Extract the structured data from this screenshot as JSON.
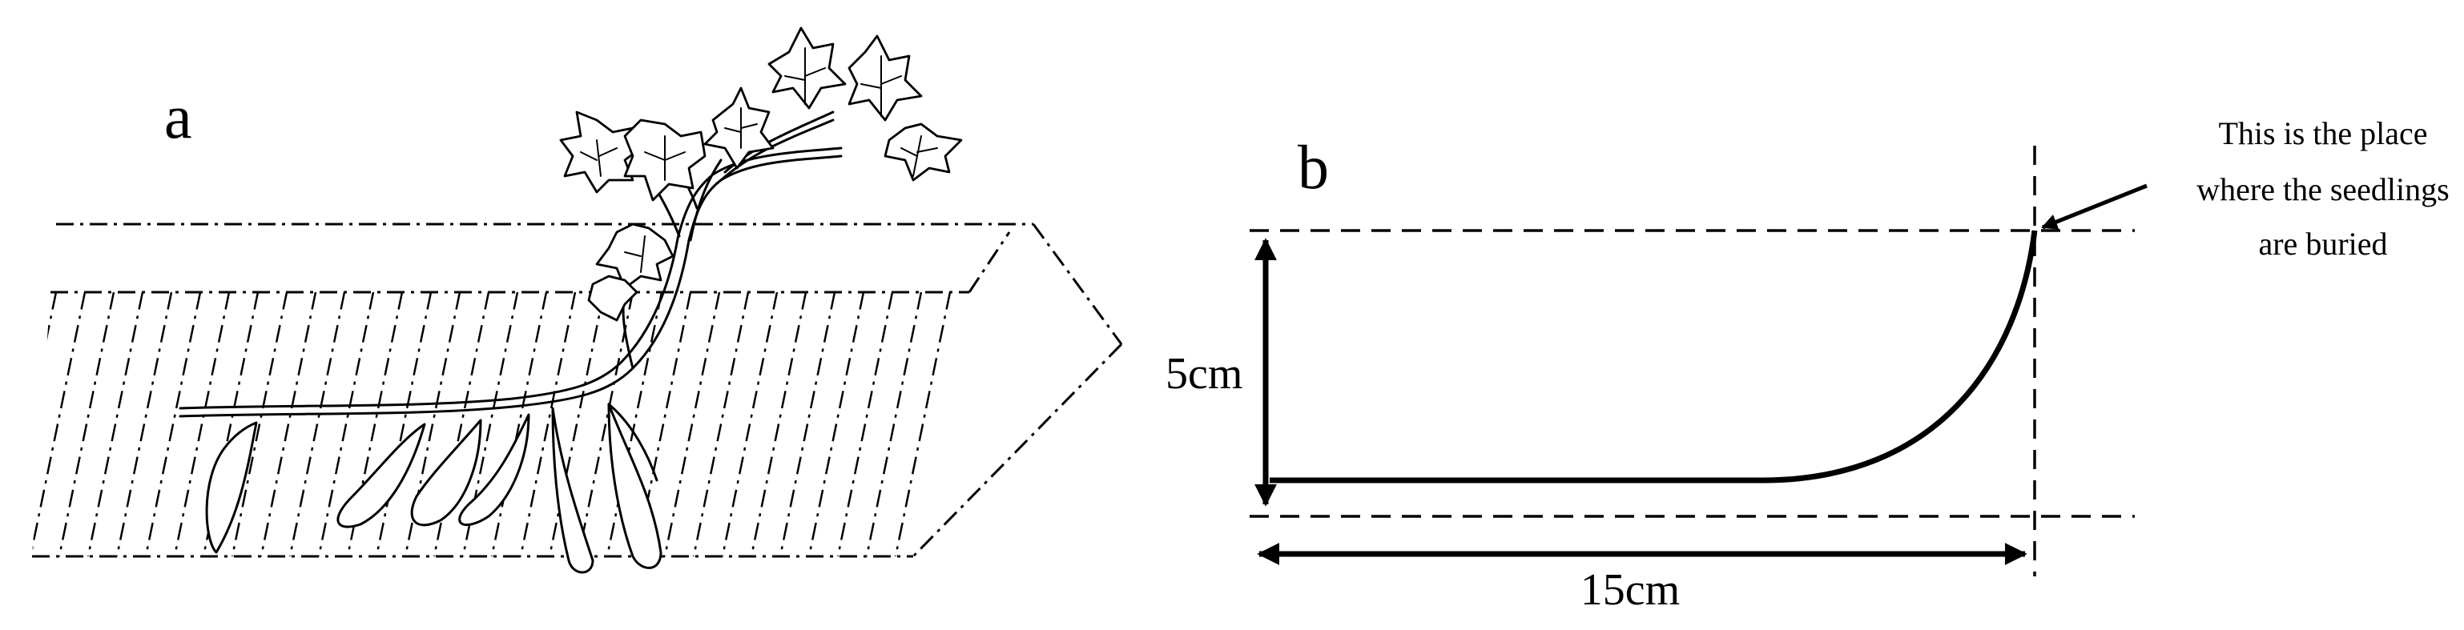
{
  "panel_a": {
    "label": "a"
  },
  "panel_b": {
    "label": "b",
    "height_label": "5cm",
    "width_label": "15cm",
    "annotation_lines": [
      "This is the place",
      "where the seedlings",
      "are buried"
    ]
  }
}
